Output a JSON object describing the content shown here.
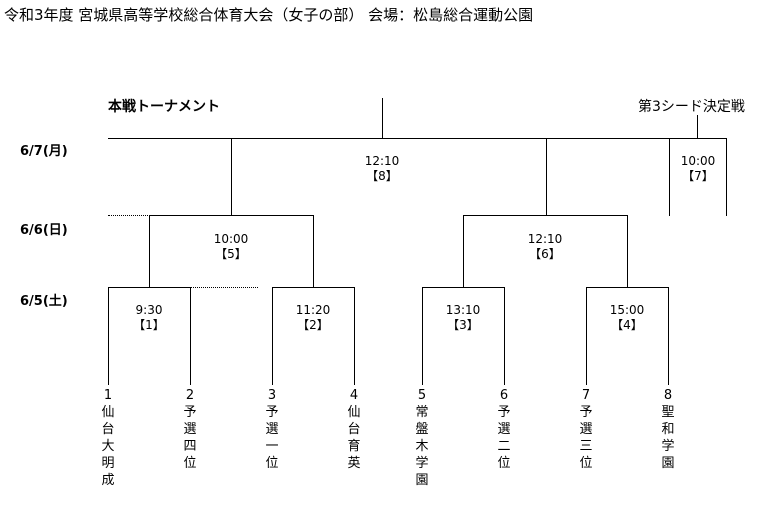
{
  "title": "令和3年度 宮城県高等学校総合体育大会（女子の部） 会場：松島総合運動公園",
  "section_title": "本戦トーナメント",
  "seed_title": "第3シード決定戦",
  "dates": {
    "d1": "6/7(月)",
    "d2": "6/6(日)",
    "d3": "6/5(土)"
  },
  "matches": [
    {
      "time": "9:30",
      "no": "【1】"
    },
    {
      "time": "11:20",
      "no": "【2】"
    },
    {
      "time": "13:10",
      "no": "【3】"
    },
    {
      "time": "15:00",
      "no": "【4】"
    },
    {
      "time": "10:00",
      "no": "【5】"
    },
    {
      "time": "12:10",
      "no": "【6】"
    },
    {
      "time": "12:10",
      "no": "【8】"
    },
    {
      "time": "10:00",
      "no": "【7】"
    }
  ],
  "teams": [
    {
      "num": "1",
      "name": "仙台大明成"
    },
    {
      "num": "2",
      "name": "予選四位"
    },
    {
      "num": "3",
      "name": "予選一位"
    },
    {
      "num": "4",
      "name": "仙台育英"
    },
    {
      "num": "5",
      "name": "常盤木学園"
    },
    {
      "num": "6",
      "name": "予選二位"
    },
    {
      "num": "7",
      "name": "予選三位"
    },
    {
      "num": "8",
      "name": "聖和学園"
    }
  ]
}
